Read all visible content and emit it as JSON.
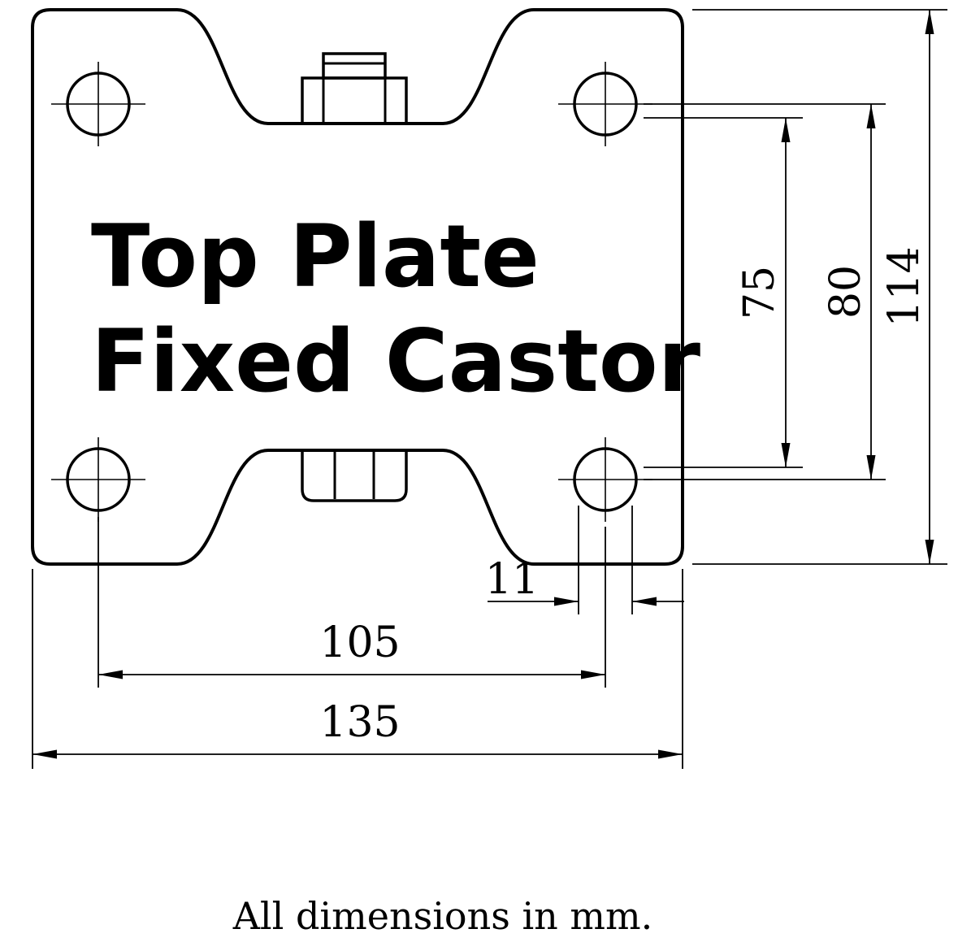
{
  "part_label": {
    "line1": "Top Plate",
    "line2": "Fixed Castor"
  },
  "dimensions": {
    "slot_spacing_vertical": "75",
    "hole_spacing_vertical": "80",
    "plate_height": "114",
    "hole_edge_offset": "11",
    "hole_spacing_horizontal": "105",
    "plate_width": "135"
  },
  "footnote": "All dimensions in mm.",
  "colors": {
    "line": "#000000",
    "background": "#ffffff"
  }
}
